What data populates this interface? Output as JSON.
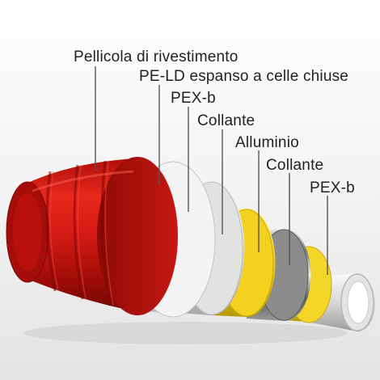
{
  "diagram": {
    "labels": [
      "Pellicola di rivestimento",
      "PE-LD espanso a celle chiuse",
      "PEX-b",
      "Collante",
      "Alluminio",
      "Collante",
      "PEX-b"
    ]
  },
  "colors": {
    "background_top": "#ffffff",
    "background_bottom": "#e6e6e6",
    "red_jacket": "#d41a14",
    "foam": "#eeeeee",
    "pex_outer": "#dcdcdc",
    "adhesive": "#f2d21e",
    "aluminium": "#9a9a9a",
    "pex_inner": "#d8d8d8",
    "leader_line": "#555555",
    "text": "#222222"
  }
}
